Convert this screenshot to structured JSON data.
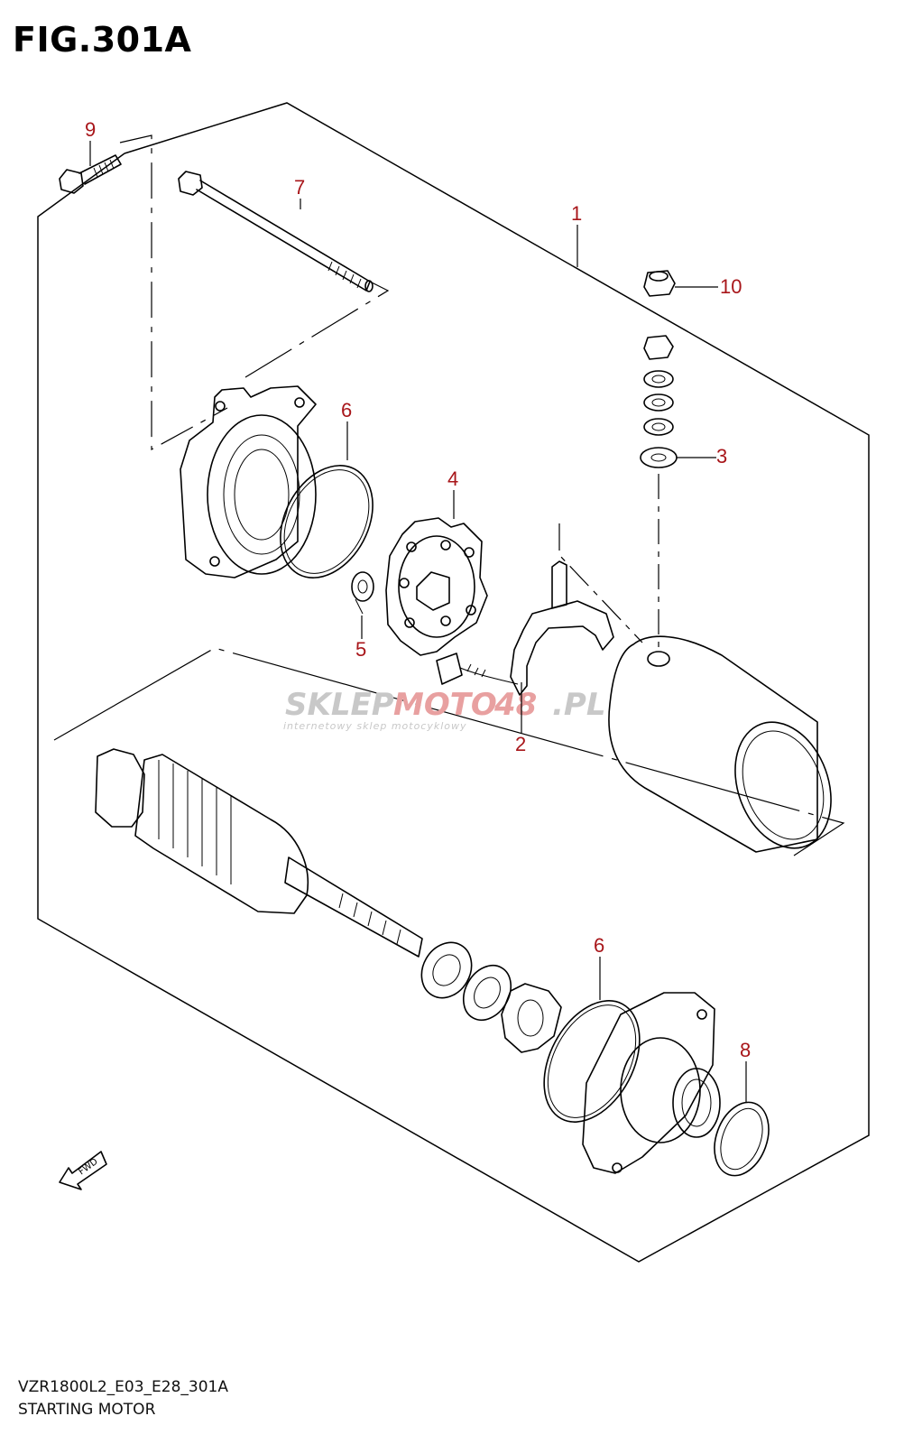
{
  "figure": {
    "title": "FIG.301A",
    "code": "VZR1800L2_E03_E28_301A",
    "caption": "STARTING MOTOR"
  },
  "callouts": {
    "c1": "1",
    "c2": "2",
    "c3": "3",
    "c4": "4",
    "c5": "5",
    "c6a": "6",
    "c6b": "6",
    "c7": "7",
    "c8": "8",
    "c9": "9",
    "c10": "10"
  },
  "watermark": {
    "brand_a": "SKLEP",
    "brand_b": "MOTO",
    "brand_c": "48",
    "brand_d": ".PL",
    "tagline": "internetowy sklep motocyklowy"
  },
  "fwd_label": "FWD",
  "colors": {
    "callout": "#a8161a",
    "watermark_gray": "#c8c8c8",
    "watermark_red": "#e8a0a0"
  }
}
